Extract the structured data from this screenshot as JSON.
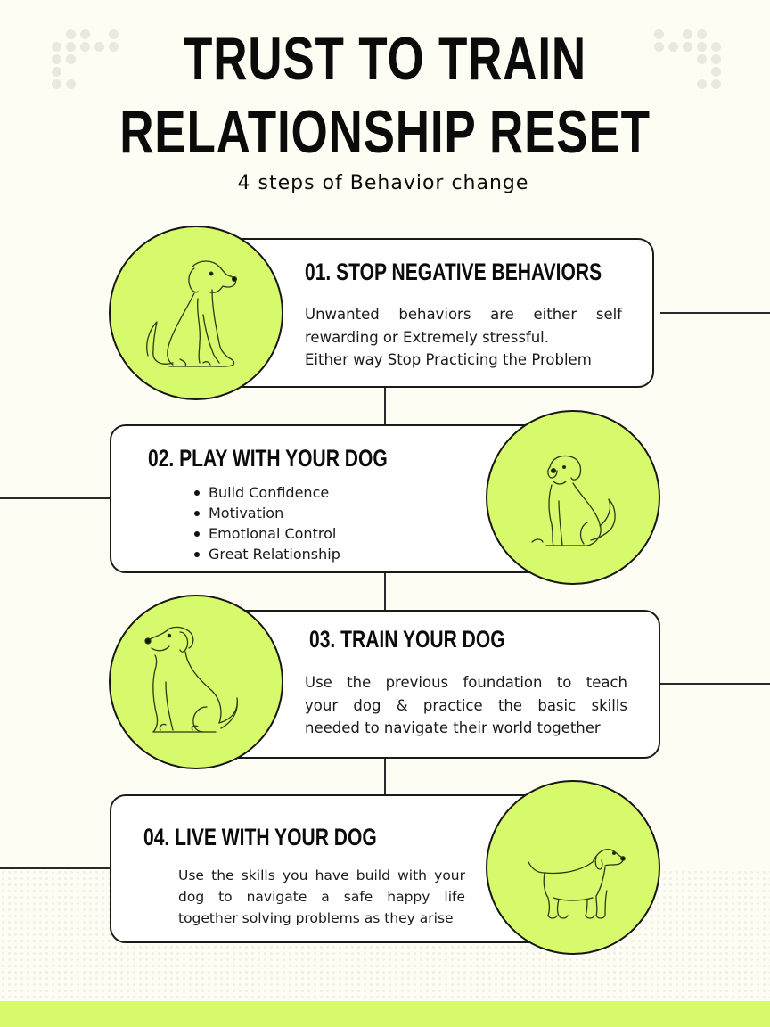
{
  "header": {
    "title_line1": "TRUST TO TRAIN",
    "title_line2": "RELATIONSHIP RESET",
    "subtitle": "4 steps of Behavior change"
  },
  "colors": {
    "background": "#fdfdf3",
    "accent_green": "#d6fa6b",
    "outline": "#1a1a1a",
    "card": "#ffffff"
  },
  "steps": [
    {
      "number": "01.",
      "title": "01.  STOP NEGATIVE BEHAVIORS",
      "body_lines": [
        "Unwanted behaviors are either self",
        "rewarding or Extremely stressful.",
        "Either way Stop Practicing the Problem"
      ],
      "illustration": "sitting-dog-icon"
    },
    {
      "number": "02.",
      "title": "02.  PLAY WITH YOUR DOG",
      "bullets": [
        "Build Confidence",
        "Motivation",
        "Emotional Control",
        "Great Relationship"
      ],
      "illustration": "sitting-puppy-icon"
    },
    {
      "number": "03.",
      "title": "03.   TRAIN YOUR DOG",
      "body_lines": [
        "Use the previous foundation to teach",
        "your dog & practice the basic skills",
        "needed to navigate their world together"
      ],
      "illustration": "sitting-dog-profile-icon"
    },
    {
      "number": "04.",
      "title": "04. LIVE WITH YOUR DOG",
      "body_lines": [
        "Use the skills you have build with your",
        "dog to navigate a safe happy life",
        "together solving problems as they arise"
      ],
      "illustration": "standing-dog-icon"
    }
  ]
}
